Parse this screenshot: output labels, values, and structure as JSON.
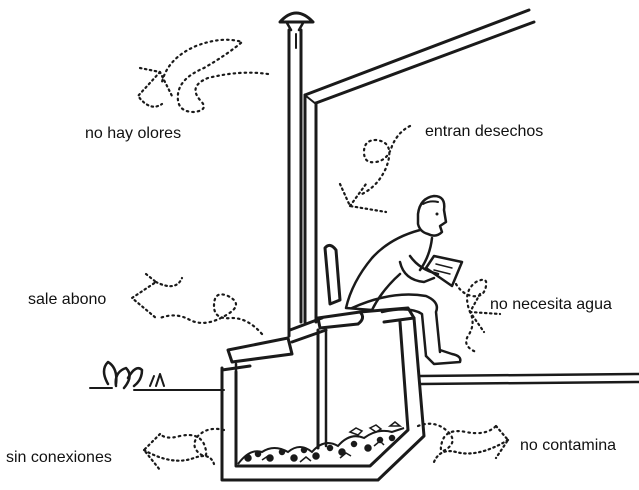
{
  "labels": {
    "no_odors": "no hay olores",
    "waste_in": "entran desechos",
    "fertilizer_out": "sale abono",
    "no_water": "no necesita agua",
    "no_connections": "sin conexiones",
    "no_pollution": "no contamina"
  }
}
